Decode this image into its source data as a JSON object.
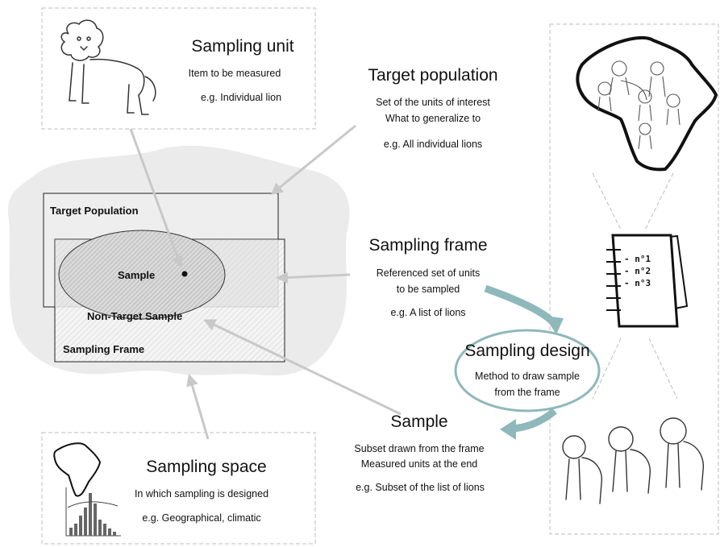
{
  "sampling_unit": {
    "title": "Sampling unit",
    "line1": "Item to be measured",
    "line2": "e.g. Individual lion"
  },
  "target_population": {
    "title": "Target population",
    "line1": "Set of the units of interest",
    "line2": "What to generalize to",
    "line3": "e.g. All individual lions"
  },
  "sampling_frame": {
    "title": "Sampling frame",
    "line1": "Referenced set  of units",
    "line2": "to  be sampled",
    "line3": "e.g. A list of lions"
  },
  "sampling_design": {
    "title": "Sampling design",
    "line1": "Method to draw sample",
    "line2": "from the frame"
  },
  "sample": {
    "title": "Sample",
    "line1": "Subset drawn from the frame",
    "line2": "Measured units at the end",
    "line3": "e.g. Subset of the list of lions"
  },
  "sampling_space": {
    "title": "Sampling space",
    "line1": "In which sampling is designed",
    "line2": "e.g.  Geographical, climatic"
  },
  "venn": {
    "target_population_label": "Target Population",
    "sample_label": "Sample",
    "non_target_sample_label": "Non-Target Sample",
    "sampling_frame_label": "Sampling Frame"
  },
  "list_icon": {
    "items": [
      "- n°1",
      "- n°2",
      "- n°3"
    ]
  },
  "colors": {
    "arrow": "#c8c8c8",
    "blob": "#ebebeb",
    "cycle_arrow": "#8fb8bb",
    "dashed_border": "#bdbdbd"
  }
}
